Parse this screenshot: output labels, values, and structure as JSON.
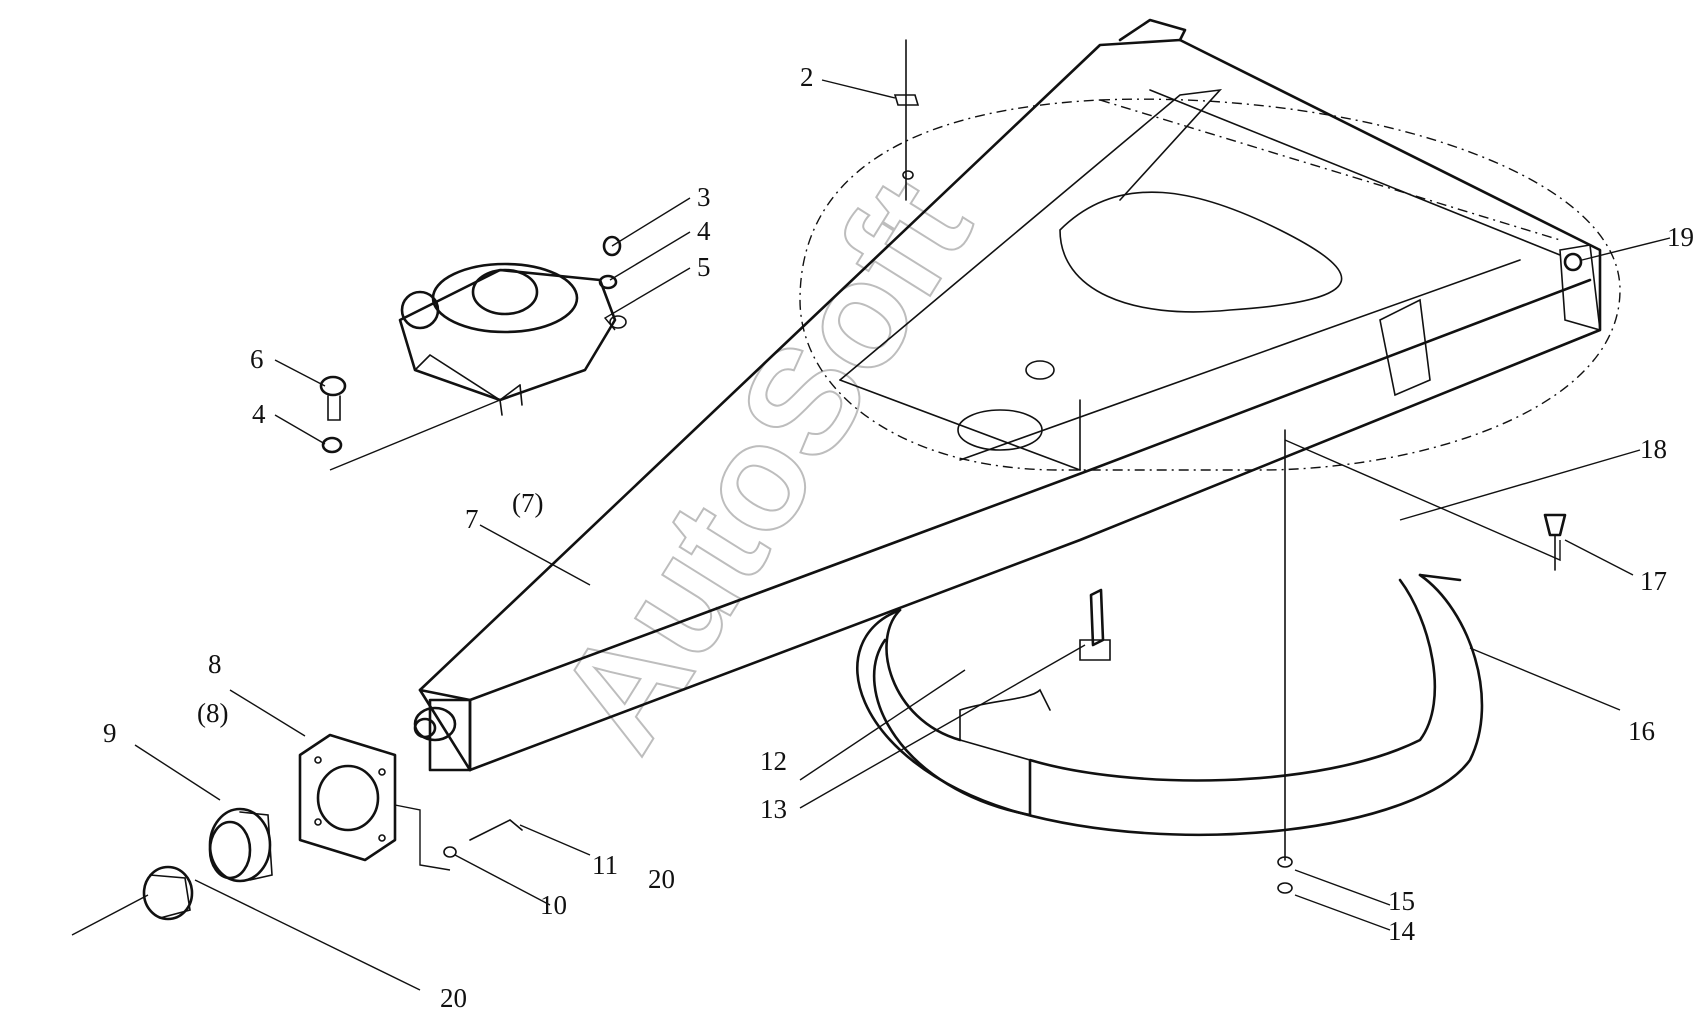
{
  "watermark": "AutoSoft",
  "callouts": {
    "c2": "2",
    "c3": "3",
    "c4a": "4",
    "c5": "5",
    "c6": "6",
    "c4b": "4",
    "c7p": "(7)",
    "c7": "7",
    "c8": "8",
    "c8p": "(8)",
    "c9": "9",
    "c10": "10",
    "c11": "11",
    "c20a": "20",
    "c20b": "20",
    "c12": "12",
    "c13": "13",
    "c14": "14",
    "c15": "15",
    "c16": "16",
    "c17": "17",
    "c18": "18",
    "c19": "19"
  }
}
